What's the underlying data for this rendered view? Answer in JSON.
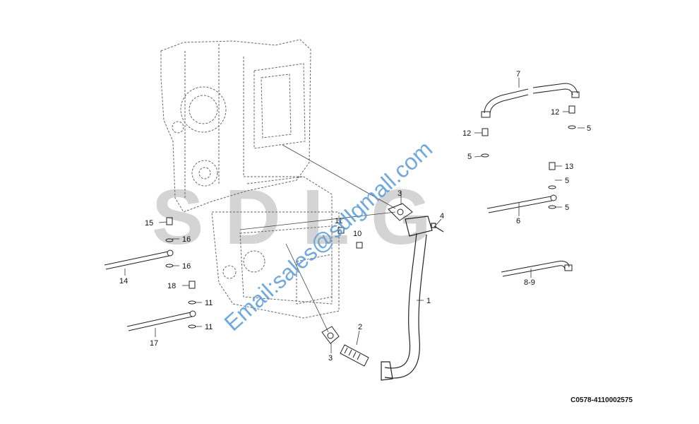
{
  "watermark": {
    "logo_text": "SDLG",
    "email": "Email:sales@sdlgmall.com"
  },
  "drawing_code": "C0578-4110002575",
  "callouts": {
    "c1": "1",
    "c2": "2",
    "c3a": "3",
    "c3b": "3",
    "c4": "4",
    "c5a": "5",
    "c5b": "5",
    "c5c": "5",
    "c5d": "5",
    "c6": "6",
    "c7": "7",
    "c89": "8-9",
    "c10": "10",
    "c11a": "11",
    "c11b": "11",
    "c11c": "11",
    "c12a": "12",
    "c12b": "12",
    "c13": "13",
    "c14": "14",
    "c15": "15",
    "c16a": "16",
    "c16b": "16",
    "c17": "17",
    "c18": "18"
  }
}
